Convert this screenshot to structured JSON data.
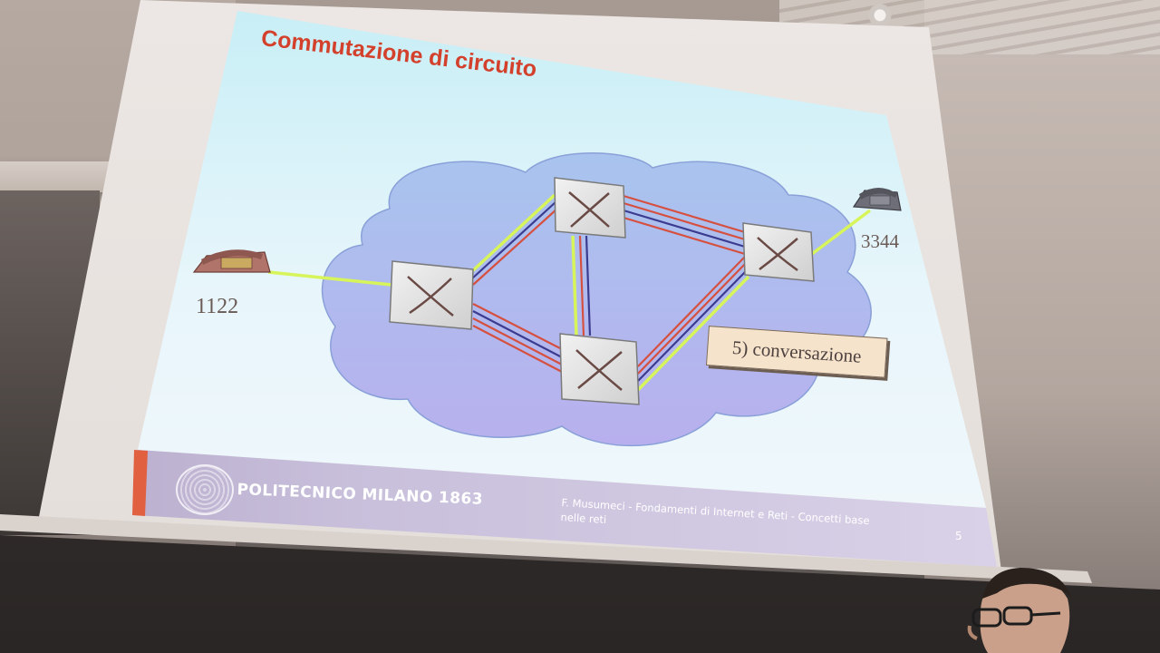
{
  "slide": {
    "title": "Commutazione di circuito",
    "phone_left_number": "1122",
    "phone_right_number": "3344",
    "step_label": "5) conversazione",
    "footer_brand": "POLITECNICO MILANO 1863",
    "footer_line1": "F. Musumeci - Fondamenti di Internet e Reti - Concetti base",
    "footer_line2": "nelle reti",
    "page_number": "5"
  },
  "colors": {
    "title": "#d3402c",
    "cloud": "#b8c8f0",
    "active_path": "#d7f55a",
    "circuit_red": "#d65040",
    "circuit_blue": "#3b3b8f",
    "switch_face": "#e4e4e4"
  },
  "icons": [
    "telephone-icon",
    "switch-cross-icon",
    "logo-seal-icon"
  ]
}
